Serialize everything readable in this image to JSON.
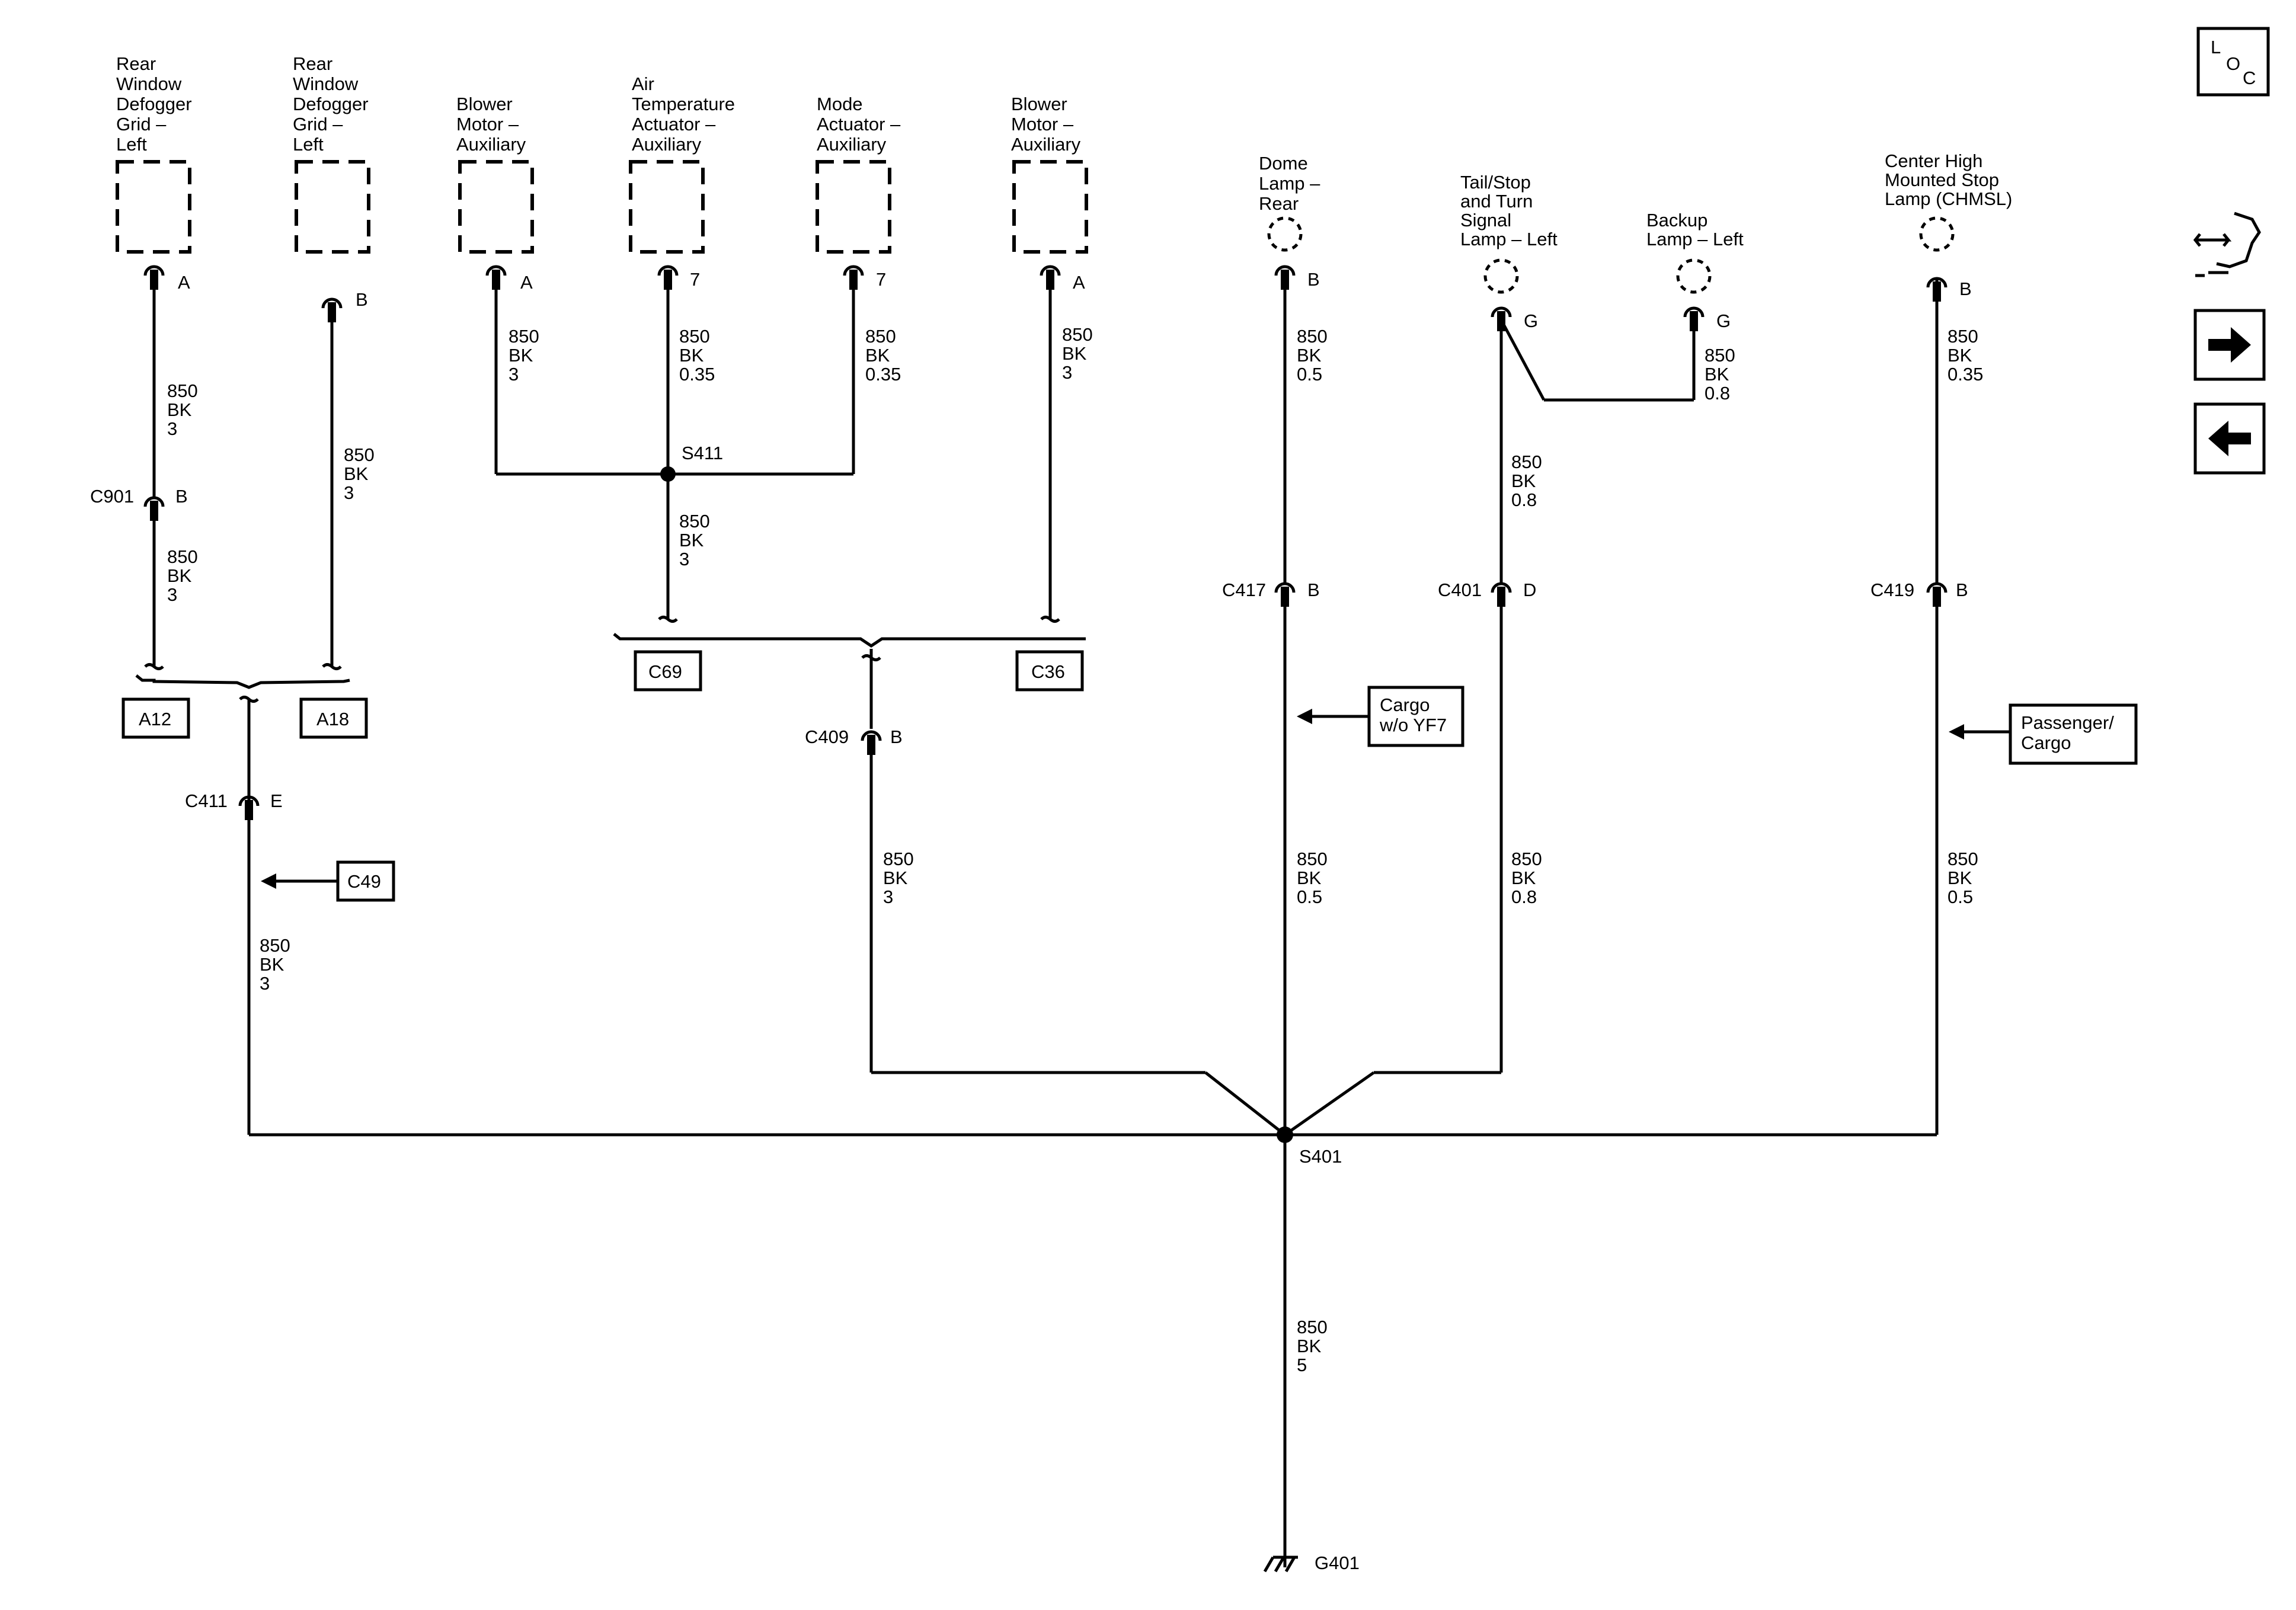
{
  "loc_icon": {
    "chars": [
      "L",
      "O",
      "C"
    ]
  },
  "nav_icons": [
    "harness-icon",
    "arrow-right-icon",
    "arrow-left-icon"
  ],
  "components": [
    {
      "lines": [
        "Rear",
        "Window",
        "Defogger",
        "Grid –",
        "Left"
      ],
      "pin": "A",
      "wire": [
        "850",
        "BK",
        "3"
      ]
    },
    {
      "lines": [
        "Rear",
        "Window",
        "Defogger",
        "Grid –",
        "Left"
      ],
      "pin": "B",
      "wire": [
        "850",
        "BK",
        "3"
      ]
    },
    {
      "lines": [
        "Blower",
        "Motor –",
        "Auxiliary"
      ],
      "pin": "A",
      "wire": [
        "850",
        "BK",
        "3"
      ]
    },
    {
      "lines": [
        "Air",
        "Temperature",
        "Actuator –",
        "Auxiliary"
      ],
      "pin": "7",
      "wire": [
        "850",
        "BK",
        "0.35"
      ]
    },
    {
      "lines": [
        "Mode",
        "Actuator –",
        "Auxiliary"
      ],
      "pin": "7",
      "wire": [
        "850",
        "BK",
        "0.35"
      ]
    },
    {
      "lines": [
        "Blower",
        "Motor –",
        "Auxiliary"
      ],
      "pin": "A",
      "wire": [
        "850",
        "BK",
        "3"
      ]
    },
    {
      "lines": [
        "Dome",
        "Lamp –",
        "Rear"
      ],
      "pin": "B",
      "wire": [
        "850",
        "BK",
        "0.5"
      ]
    },
    {
      "lines": [
        "Tail/Stop",
        "and Turn",
        "Signal",
        "Lamp – Left"
      ],
      "pin": "G",
      "wire": [
        "850",
        "BK",
        "0.8"
      ]
    },
    {
      "lines": [
        "Backup",
        "Lamp – Left"
      ],
      "pin": "G",
      "wire": [
        "850",
        "BK",
        "0.8"
      ]
    },
    {
      "lines": [
        "Center High",
        "Mounted Stop",
        "Lamp (CHMSL)"
      ],
      "pin": "B",
      "wire": [
        "850",
        "BK",
        "0.35"
      ]
    }
  ],
  "connectors": [
    {
      "name": "C901",
      "pin": "B",
      "wire": [
        "850",
        "BK",
        "3"
      ]
    },
    {
      "name": "C411",
      "pin": "E",
      "wire": [
        "850",
        "BK",
        "3"
      ]
    },
    {
      "name": "C409",
      "pin": "B",
      "wire": [
        "850",
        "BK",
        "3"
      ]
    },
    {
      "name": "C417",
      "pin": "B",
      "wire": [
        "850",
        "BK",
        "0.5"
      ]
    },
    {
      "name": "C401",
      "pin": "D",
      "wire": [
        "850",
        "BK",
        "0.8"
      ]
    },
    {
      "name": "C419",
      "pin": "B",
      "wire": [
        "850",
        "BK",
        "0.5"
      ]
    }
  ],
  "splices": [
    {
      "name": "S411",
      "wire": [
        "850",
        "BK",
        "3"
      ]
    },
    {
      "name": "S401",
      "wire": [
        "850",
        "BK",
        "5"
      ]
    }
  ],
  "ground": {
    "name": "G401"
  },
  "page_refs": [
    "A12",
    "A18",
    "C69",
    "C36",
    "C49"
  ],
  "options": [
    {
      "lines": [
        "Cargo",
        "w/o YF7"
      ]
    },
    {
      "lines": [
        "Passenger/",
        "Cargo"
      ]
    }
  ]
}
